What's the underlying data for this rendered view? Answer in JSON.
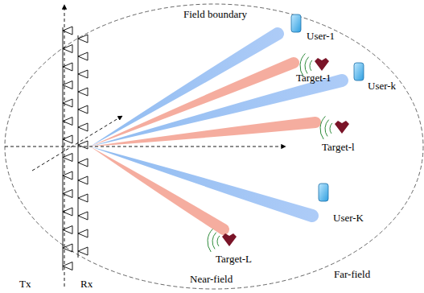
{
  "diagram": {
    "labels": [
      "Field boundary",
      "User-1",
      "Target-1",
      "User-k",
      "Target-l",
      "User-K",
      "Target-L",
      "Near-field",
      "Far-field",
      "Tx",
      "Rx"
    ]
  }
}
